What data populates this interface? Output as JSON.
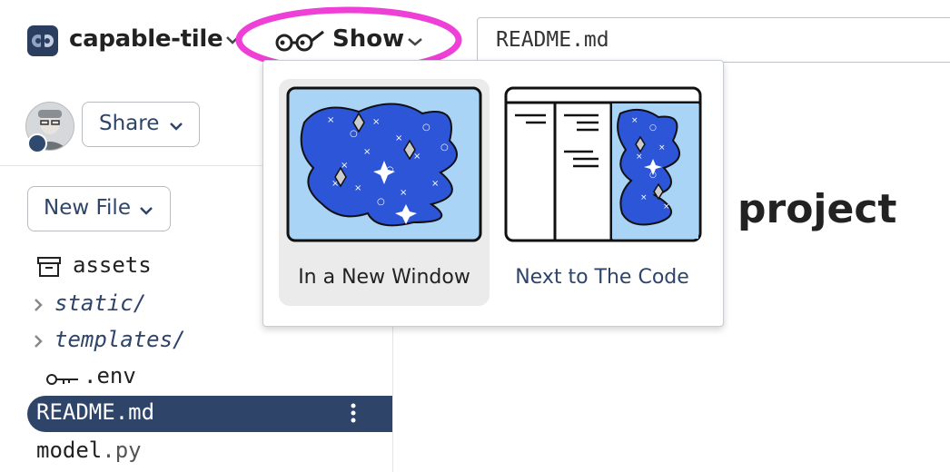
{
  "header": {
    "project_name": "capable-tile",
    "show_label": "Show",
    "current_file": "README.md"
  },
  "sidebar": {
    "share_label": "Share",
    "new_file_label": "New File",
    "items": [
      {
        "label": "assets",
        "icon": "archive-icon",
        "type": "folder-asset"
      },
      {
        "label": "static/",
        "icon": "chevron-right-icon",
        "type": "folder"
      },
      {
        "label": "templates/",
        "icon": "chevron-right-icon",
        "type": "folder"
      },
      {
        "label": ".env",
        "icon": "key-icon",
        "type": "file"
      },
      {
        "label": "README.md",
        "icon": "",
        "type": "file",
        "selected": true
      },
      {
        "label_base": "model",
        "label_ext": ".py",
        "type": "file"
      }
    ]
  },
  "show_menu": {
    "options": [
      {
        "label": "In a New Window",
        "active": true
      },
      {
        "label": "Next to The Code",
        "active": false
      }
    ]
  },
  "preview": {
    "heading_fragment": "project"
  },
  "colors": {
    "accent_navy": "#2e4468",
    "highlight_magenta": "#ee3fd6",
    "sky_blue": "#a9d4f5",
    "galaxy_blue": "#2c55d8"
  }
}
